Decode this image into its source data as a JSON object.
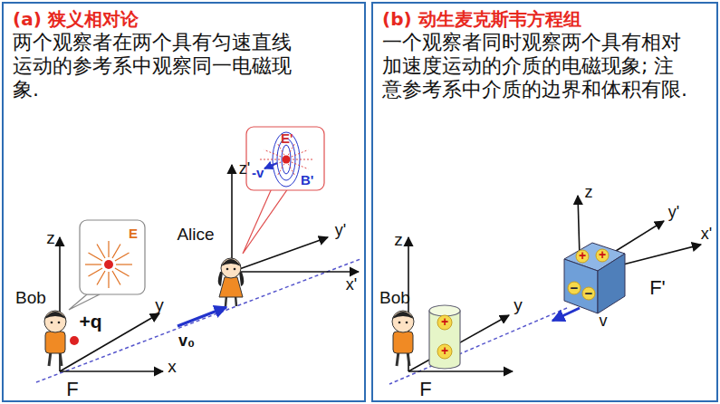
{
  "diagram": {
    "nodes": [
      {
        "text": [
          "(a) 狭义相对论",
          "两个观察者在两个具有匀速直线运动的参考系中观察同一电磁现象."
        ]
      },
      {
        "text": [
          "E"
        ],
        "in": 0
      },
      {
        "text": [
          "E'",
          "B'",
          "-v"
        ],
        "in": 0
      },
      {
        "text": [
          "(b) 动生麦克斯韦方程组",
          "一个观察者同时观察两个具有相对加速度运动的介质的电磁现象; 注意参考系中介质的边界和体积有限."
        ]
      }
    ],
    "labels": [
      "z",
      "y",
      "x",
      "F",
      "Bob",
      "+q",
      "Alice",
      "z'",
      "y'",
      "x'",
      "v₀",
      "Bob",
      "z",
      "y",
      "F",
      "+",
      "+",
      "z",
      "y'",
      "x'",
      "+",
      "+",
      "−",
      "−",
      "F'",
      "v"
    ]
  }
}
